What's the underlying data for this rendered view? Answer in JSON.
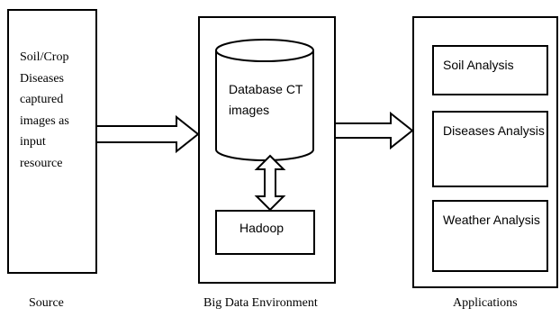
{
  "source": {
    "text_lines": [
      "Soil/Crop",
      "Diseases",
      "captured",
      "images as",
      "input",
      "resource"
    ],
    "caption": "Source"
  },
  "environment": {
    "database_lines": [
      "Database CT",
      "images"
    ],
    "hadoop": "Hadoop",
    "caption": "Big Data Environment"
  },
  "applications": {
    "items": [
      "Soil Analysis",
      "Diseases Analysis",
      "Weather Analysis"
    ],
    "caption": "Applications"
  }
}
